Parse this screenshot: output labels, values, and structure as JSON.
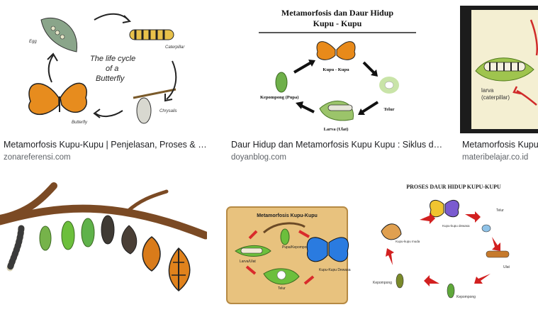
{
  "results": [
    {
      "caption": "Metamorfosis Kupu-Kupu | Penjelasan, Proses & Ga…",
      "source": "zonareferensi.com",
      "image_text": {
        "title_lines": [
          "The life cycle",
          "of a",
          "Butterfly"
        ],
        "labels": [
          "Egg",
          "Caterpillar",
          "Chrysalis",
          "Butterfly"
        ]
      }
    },
    {
      "caption": "Daur Hidup dan Metamorfosis Kupu Kupu : Siklus da…",
      "source": "doyanblog.com",
      "image_text": {
        "title_lines": [
          "Metamorfosis dan Daur Hidup",
          "Kupu - Kupu"
        ],
        "labels": [
          "Kupu - Kupu",
          "Telur",
          "Larva (Ulat)",
          "Kepompong (Pupa)"
        ]
      }
    },
    {
      "caption": "Metamorfosis Kupu-Kupu",
      "source": "materibelajar.co.id",
      "image_text": {
        "labels": [
          "larva",
          "(caterpillar)"
        ]
      }
    },
    {
      "image_text": {}
    },
    {
      "image_text": {
        "title_lines": [
          "Metamorfosis Kupu-Kupu"
        ],
        "labels": [
          "Pupa/Kepompong",
          "Larva/Ulat",
          "Kupu-Kupu Dewasa",
          "Telur"
        ]
      }
    },
    {
      "image_text": {
        "title_lines": [
          "PROSES  DAUR HIDUP KUPU-KUPU"
        ],
        "labels": [
          "Kupu-kupu muda",
          "Kupu-kupu dewasa",
          "Telur",
          "Ulat",
          "Kepompong",
          "Kepompong"
        ]
      }
    }
  ]
}
